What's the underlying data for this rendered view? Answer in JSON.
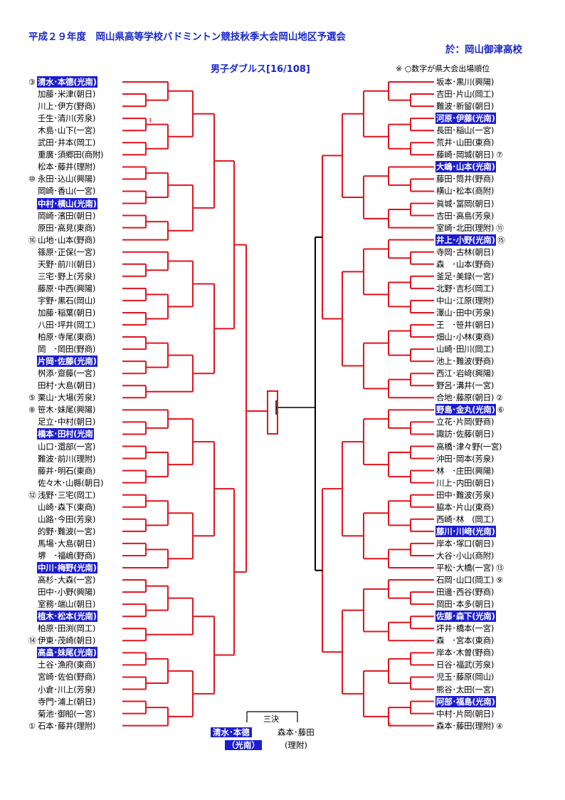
{
  "header": {
    "title": "平成２９年度　岡山県高等学校バドミントン競技秋季大会岡山地区予選会",
    "venue": "於：岡山御津高校",
    "event": "男子ダブルス[16/108]",
    "note": "※ ○数字が県大会出場順位"
  },
  "left_entries": [
    {
      "seed": "③",
      "name": "清水･本德(光南)",
      "hl": true
    },
    {
      "seed": "",
      "name": "加藤･米津(朝日)",
      "hl": false
    },
    {
      "seed": "",
      "name": "川上･伊方(野商)",
      "hl": false
    },
    {
      "seed": "",
      "name": "壬生･清川(芳泉)",
      "hl": false
    },
    {
      "seed": "",
      "name": "木島･山下(一宮)",
      "hl": false
    },
    {
      "seed": "",
      "name": "武田･井本(岡工)",
      "hl": false
    },
    {
      "seed": "",
      "name": "重廣･須郷田(商附)",
      "hl": false
    },
    {
      "seed": "",
      "name": "松本･藤井(理附)",
      "hl": false
    },
    {
      "seed": "⑩",
      "name": "永田･込山(興陽)",
      "hl": false
    },
    {
      "seed": "",
      "name": "岡崎･香山(一宮)",
      "hl": false
    },
    {
      "seed": "",
      "name": "中村･横山(光南)",
      "hl": true
    },
    {
      "seed": "",
      "name": "岡崎･濱田(朝日)",
      "hl": false
    },
    {
      "seed": "",
      "name": "原田･高見(東商)",
      "hl": false
    },
    {
      "seed": "⑯",
      "name": "山地･山本(野商)",
      "hl": false
    },
    {
      "seed": "",
      "name": "篠原･正保(一宮)",
      "hl": false
    },
    {
      "seed": "",
      "name": "天野･前川(朝日)",
      "hl": false
    },
    {
      "seed": "",
      "name": "三宅･野上(芳泉)",
      "hl": false
    },
    {
      "seed": "",
      "name": "藤原･中西(興陽)",
      "hl": false
    },
    {
      "seed": "",
      "name": "宇野･黒石(岡山)",
      "hl": false
    },
    {
      "seed": "",
      "name": "加藤･稲葉(朝日)",
      "hl": false
    },
    {
      "seed": "",
      "name": "八田･坪井(岡工)",
      "hl": false
    },
    {
      "seed": "",
      "name": "柏原･寺尾(東商)",
      "hl": false
    },
    {
      "seed": "",
      "name": "岡　･岡田(野商)",
      "hl": false
    },
    {
      "seed": "",
      "name": "片岡･佐藤(光南)",
      "hl": true
    },
    {
      "seed": "",
      "name": "桝添･齋藤(一宮)",
      "hl": false
    },
    {
      "seed": "",
      "name": "田村･大島(朝日)",
      "hl": false
    },
    {
      "seed": "⑤",
      "name": "栗山･大場(芳泉)",
      "hl": false
    },
    {
      "seed": "⑧",
      "name": "笹木･妹尾(興陽)",
      "hl": false
    },
    {
      "seed": "",
      "name": "足立･中村(朝日)",
      "hl": false
    },
    {
      "seed": "",
      "name": "橋本･田村(光南",
      "hl": true
    },
    {
      "seed": "",
      "name": "山口･還部(一宮)",
      "hl": false
    },
    {
      "seed": "",
      "name": "難波･前川(理附)",
      "hl": false
    },
    {
      "seed": "",
      "name": "藤井･明石(東商)",
      "hl": false
    },
    {
      "seed": "",
      "name": "佐々木･山縣(朝日)",
      "hl": false
    },
    {
      "seed": "⑫",
      "name": "浅野･三宅(岡工)",
      "hl": false
    },
    {
      "seed": "",
      "name": "山崎･森下(東商)",
      "hl": false
    },
    {
      "seed": "",
      "name": "山路･今田(芳泉)",
      "hl": false
    },
    {
      "seed": "",
      "name": "的野･難波(一宮)",
      "hl": false
    },
    {
      "seed": "",
      "name": "馬場･大島(朝日)",
      "hl": false
    },
    {
      "seed": "",
      "name": "堺　･福嶋(野商)",
      "hl": false
    },
    {
      "seed": "",
      "name": "中川･梅野(光南)",
      "hl": true
    },
    {
      "seed": "",
      "name": "高杉･大森(一宮)",
      "hl": false
    },
    {
      "seed": "",
      "name": "田中･小野(興陽)",
      "hl": false
    },
    {
      "seed": "",
      "name": "室務･端山(朝日)",
      "hl": false
    },
    {
      "seed": "",
      "name": "植木･松本(光南)",
      "hl": true
    },
    {
      "seed": "",
      "name": "柏原･田渕(岡工)",
      "hl": false
    },
    {
      "seed": "⑭",
      "name": "伊東･茂崎(朝日)",
      "hl": false
    },
    {
      "seed": "",
      "name": "高畠･妹尾(光南)",
      "hl": true
    },
    {
      "seed": "",
      "name": "土谷･漁府(東商)",
      "hl": false
    },
    {
      "seed": "",
      "name": "宮崎･佐伯(野商)",
      "hl": false
    },
    {
      "seed": "",
      "name": "小倉･川上(芳泉)",
      "hl": false
    },
    {
      "seed": "",
      "name": "寺門･浦上(朝日)",
      "hl": false
    },
    {
      "seed": "",
      "name": "菊池･御船(一宮)",
      "hl": false
    },
    {
      "seed": "①",
      "name": "石本･藤井(理附)",
      "hl": false
    }
  ],
  "right_entries": [
    {
      "seed": "",
      "name": "坂本･黒川(興陽)",
      "hl": false
    },
    {
      "seed": "",
      "name": "吉田･片山(岡工)",
      "hl": false
    },
    {
      "seed": "",
      "name": "難波･新留(朝日)",
      "hl": false
    },
    {
      "seed": "",
      "name": "河原･伊藤(光南)",
      "hl": true
    },
    {
      "seed": "",
      "name": "長田･稲山(一宮)",
      "hl": false
    },
    {
      "seed": "",
      "name": "荒井･山田(東商)",
      "hl": false
    },
    {
      "seed": "⑦",
      "name": "藤崎･岡城(朝日)",
      "hl": false
    },
    {
      "seed": "",
      "name": "大嶋･山本(光南)",
      "hl": true
    },
    {
      "seed": "",
      "name": "藤田･筒井(野商)",
      "hl": false
    },
    {
      "seed": "",
      "name": "横山･松本(商附)",
      "hl": false
    },
    {
      "seed": "",
      "name": "眞城･冨岡(朝日)",
      "hl": false
    },
    {
      "seed": "",
      "name": "吉田･高島(芳泉)",
      "hl": false
    },
    {
      "seed": "⑪",
      "name": "室崎･北田(理附)",
      "hl": false
    },
    {
      "seed": "⑮",
      "name": "井上･小野(光南)",
      "hl": true
    },
    {
      "seed": "",
      "name": "寺岡･古林(朝日)",
      "hl": false
    },
    {
      "seed": "",
      "name": "森　･山本(野商)",
      "hl": false
    },
    {
      "seed": "",
      "name": "釜足･美録(一宮)",
      "hl": false
    },
    {
      "seed": "",
      "name": "北野･吉杉(岡工)",
      "hl": false
    },
    {
      "seed": "",
      "name": "中山･江原(理附)",
      "hl": false
    },
    {
      "seed": "",
      "name": "澤山･田中(芳泉)",
      "hl": false
    },
    {
      "seed": "",
      "name": "王　･笹井(朝日)",
      "hl": false
    },
    {
      "seed": "",
      "name": "畑山･小林(東商)",
      "hl": false
    },
    {
      "seed": "",
      "name": "山崎･田川(岡工)",
      "hl": false
    },
    {
      "seed": "",
      "name": "池上･難波(野商)",
      "hl": false
    },
    {
      "seed": "",
      "name": "西江･岩﨑(興陽)",
      "hl": false
    },
    {
      "seed": "",
      "name": "野呂･溝井(一宮)",
      "hl": false
    },
    {
      "seed": "②",
      "name": "合地･藤原(朝日)",
      "hl": false
    },
    {
      "seed": "⑥",
      "name": "野島･金丸(光南)",
      "hl": true
    },
    {
      "seed": "",
      "name": "立花･片岡(野商)",
      "hl": false
    },
    {
      "seed": "",
      "name": "諏訪･佐藤(朝日)",
      "hl": false
    },
    {
      "seed": "",
      "name": "高橋･津々野(一宮)",
      "hl": false
    },
    {
      "seed": "",
      "name": "沖田･岡本(芳泉)",
      "hl": false
    },
    {
      "seed": "",
      "name": "林　･庄田(興陽)",
      "hl": false
    },
    {
      "seed": "",
      "name": "川上･内田(朝日)",
      "hl": false
    },
    {
      "seed": "",
      "name": "田中･難波(芳泉)",
      "hl": false
    },
    {
      "seed": "",
      "name": "脇本･片山(東商)",
      "hl": false
    },
    {
      "seed": "",
      "name": "西崎･林　(岡工)",
      "hl": false
    },
    {
      "seed": "",
      "name": "藤川･川﨑(光南)",
      "hl": true
    },
    {
      "seed": "",
      "name": "岸本･塚口(朝日)",
      "hl": false
    },
    {
      "seed": "",
      "name": "大谷･小山(商附)",
      "hl": false
    },
    {
      "seed": "⑬",
      "name": "平松･大橋(一宮)",
      "hl": false
    },
    {
      "seed": "⑨",
      "name": "石岡･山口(岡工)",
      "hl": false
    },
    {
      "seed": "",
      "name": "田邊･西谷(野商)",
      "hl": false
    },
    {
      "seed": "",
      "name": "岡田･本多(朝日)",
      "hl": false
    },
    {
      "seed": "",
      "name": "佐藤･森下(光南)",
      "hl": true
    },
    {
      "seed": "",
      "name": "坪井･橋本(一宮)",
      "hl": false
    },
    {
      "seed": "",
      "name": "森　･宮本(東商)",
      "hl": false
    },
    {
      "seed": "",
      "name": "岸本･木曽(野商)",
      "hl": false
    },
    {
      "seed": "",
      "name": "日谷･福武(芳泉)",
      "hl": false
    },
    {
      "seed": "",
      "name": "児玉･藤原(岡山)",
      "hl": false
    },
    {
      "seed": "",
      "name": "熊谷･太田(一宮)",
      "hl": false
    },
    {
      "seed": "",
      "name": "阿部･福島(光南)",
      "hl": true
    },
    {
      "seed": "",
      "name": "中村･片岡(朝日)",
      "hl": false
    },
    {
      "seed": "④",
      "name": "森本･藤田(理附)",
      "hl": false
    }
  ],
  "kiken_mark": "ｷ",
  "finals": {
    "third_place_label": "三決",
    "champion_name": "清水･本德",
    "champion_school": "（光南）",
    "third_name": "森本･藤田",
    "third_school": "(理附)"
  },
  "colors": {
    "header_blue": "#1a28c8",
    "highlight_blue": "#1c1cd0",
    "bracket_red": "#e0141e",
    "bracket_black": "#000000"
  }
}
